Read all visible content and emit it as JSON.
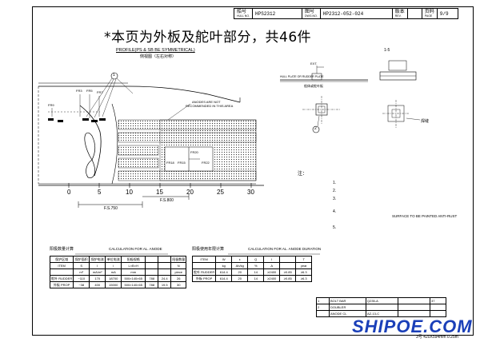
{
  "header": {
    "ship_no_label": "船号",
    "ship_no_sub": "HULL NO.",
    "ship_no_value": "HPS2312",
    "dwg_no_label": "图号",
    "dwg_no_sub": "DWG.NO.",
    "dwg_no_value": "HP2312-052-024",
    "rev_label": "版本",
    "rev_sub": "REV.",
    "page_label": "页码",
    "page_sub": "PAGE",
    "page_value": "9/9"
  },
  "title_cn": "*本页为外板及舵叶部分，共46件",
  "profile": {
    "title": "PROFILE(PS & SB BE SYMMETRICAL)",
    "subtitle": "侧视图（左右对称）",
    "labels": [
      "FR3",
      "FR5",
      "FR7",
      "FR9",
      "FR15",
      "FR22",
      "FR18",
      "FR20"
    ],
    "marker_1": "1",
    "note_line1": "ANODES ARE NOT",
    "note_line2": "RECOMMENDED IN THIS AREA",
    "axis_ticks": [
      "0",
      "5",
      "10",
      "15",
      "20",
      "25",
      "30"
    ],
    "fs_left": "F.S.750",
    "fs_right": "F.S.800"
  },
  "section": {
    "label_1_5": "1-5",
    "ext": "EXT.",
    "hull_plate": "HULL PLATE OR RUDDER PLATE",
    "hull_plate_cn": "船体或舵叶板",
    "weld_label": "焊缝",
    "marker_2": "2",
    "note_cn": "注：",
    "notes": [
      "1.",
      "2.",
      "3.",
      "4.",
      "5."
    ],
    "surface_note": "SURFACE TO BE PAINTED ANTI-RUST"
  },
  "calc_left": {
    "title_cn": "阳极数量计算",
    "title_en": "CALCULATION FOR AL. ANODE",
    "headers": [
      "保护区域",
      "保护面积",
      "保护电流",
      "单位电流",
      "阳极规格",
      "阳极数量"
    ],
    "headers_en": [
      "ITEM",
      "S",
      "I",
      "i",
      "L×B×H",
      "N"
    ],
    "units": [
      "",
      "m²",
      "mA/m²",
      "mA",
      "mm",
      "piece"
    ],
    "rows": [
      [
        "舵叶 RUDDER",
        "~110",
        "170",
        "18700",
        "500×140×65",
        "788",
        "24.4",
        "26"
      ],
      [
        "外板 PROP",
        "~38",
        "400",
        "15000",
        "500×140×65",
        "788",
        "19.5",
        "30"
      ]
    ]
  },
  "calc_right": {
    "title_cn": "阳极使用年限计算",
    "title_en": "CALCULATION FOR AL. ANODE DURATION",
    "headers_en": [
      "ITEM",
      "W",
      "ε",
      "Q",
      "I",
      "T"
    ],
    "units": [
      "",
      "kg",
      "Ah/kg",
      "%",
      "A",
      "year"
    ],
    "rows": [
      [
        "舵叶 RUDDER",
        "614.4",
        "20",
        "14",
        "≥2400",
        "≥0.85",
        "≥6.3"
      ],
      [
        "外板 PROP",
        "614.4",
        "20",
        "14",
        "≥2400",
        "≥0.85",
        "≥6.3"
      ]
    ]
  },
  "title_block": {
    "rows": [
      [
        "1",
        "BOLT BAR",
        "Q235-A",
        "37"
      ],
      [
        "2",
        "DOUBLER",
        "",
        ""
      ],
      [
        "",
        "ANODE CL",
        "AZ-13-C",
        ""
      ]
    ]
  },
  "watermark": "SHIPOE.COM",
  "watermark_sub": "3号 420X594mm 0.25m"
}
